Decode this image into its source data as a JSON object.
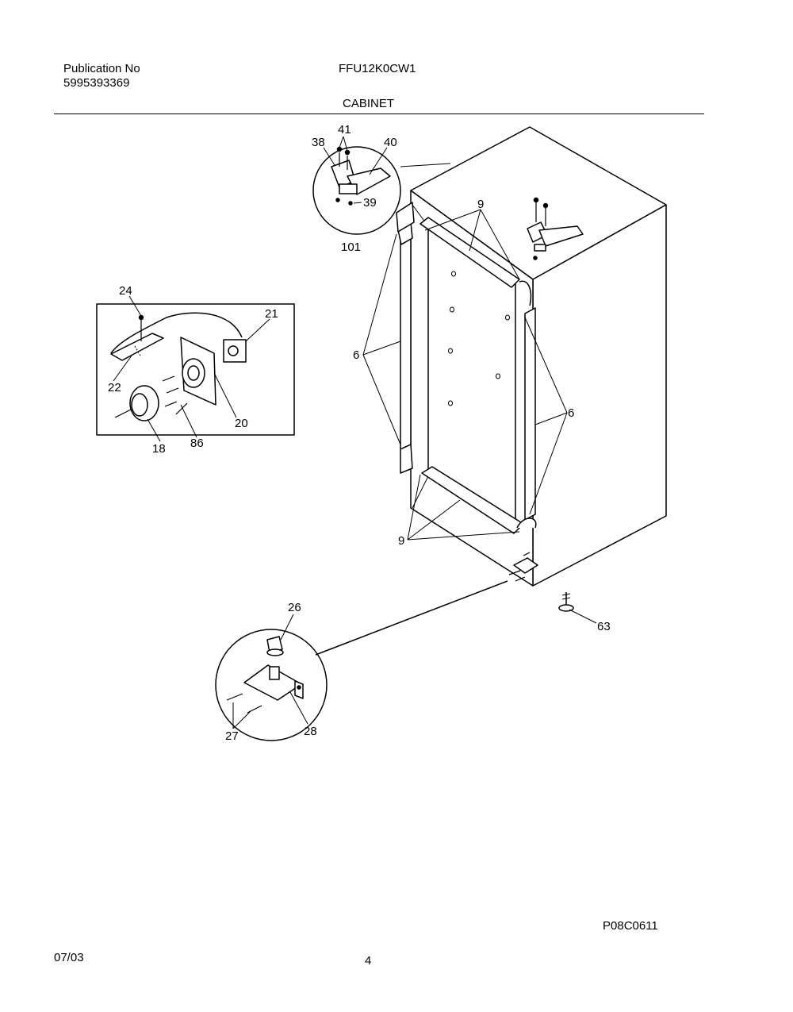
{
  "header": {
    "publication_label": "Publication No",
    "publication_number": "5995393369",
    "model": "FFU12K0CW1",
    "section": "CABINET"
  },
  "footer": {
    "drawing_id": "P08C0611",
    "date": "07/03",
    "page": "4"
  },
  "callouts": {
    "c41": "41",
    "c38": "38",
    "c40": "40",
    "c39": "39",
    "c101": "101",
    "c9_top": "9",
    "c6_left": "6",
    "c6_right": "6",
    "c9_bottom": "9",
    "c24": "24",
    "c21": "21",
    "c22": "22",
    "c20": "20",
    "c18": "18",
    "c86": "86",
    "c26": "26",
    "c63": "63",
    "c27": "27",
    "c28": "28"
  }
}
